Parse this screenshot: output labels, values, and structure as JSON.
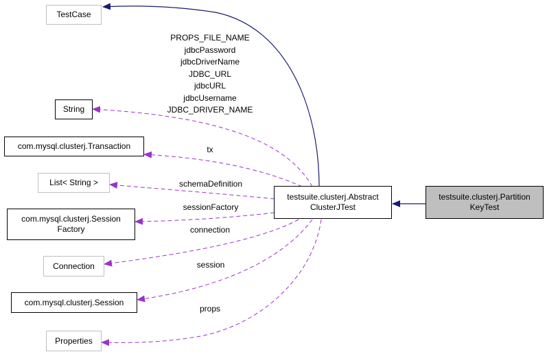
{
  "colors": {
    "inheritance": "#191970",
    "usage": "#9a32cd",
    "focus_fill": "#bfbfbf",
    "external_border": "#bfbfbf",
    "border": "#000000"
  },
  "nodes": {
    "testcase": "TestCase",
    "string": "String",
    "transaction": "com.mysql.clusterj.Transaction",
    "list_string": "List< String >",
    "session_factory": "com.mysql.clusterj.Session\nFactory",
    "connection": "Connection",
    "session": "com.mysql.clusterj.Session",
    "properties": "Properties",
    "abstract_test": "testsuite.clusterj.Abstract\nClusterJTest",
    "partition_key_test": "testsuite.clusterj.Partition\nKeyTest"
  },
  "edge_labels": {
    "string_fields": [
      "PROPS_FILE_NAME",
      "jdbcPassword",
      "jdbcDriverName",
      "JDBC_URL",
      "jdbcURL",
      "jdbcUsername",
      "JDBC_DRIVER_NAME"
    ],
    "tx": "tx",
    "schema_definition": "schemaDefinition",
    "session_factory": "sessionFactory",
    "connection": "connection",
    "session": "session",
    "props": "props"
  }
}
